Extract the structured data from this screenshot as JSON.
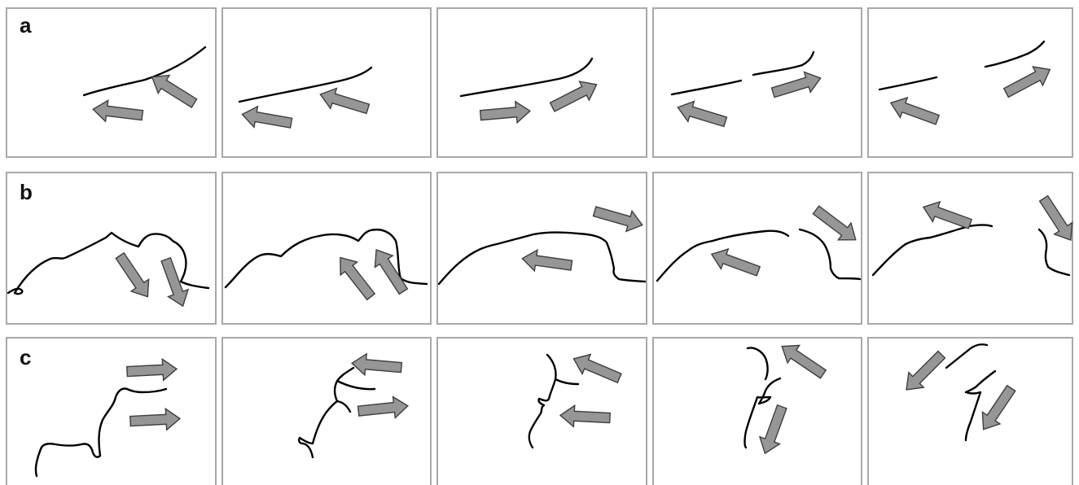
{
  "figure": {
    "rows": [
      {
        "label": "a",
        "panel_count": 5
      },
      {
        "label": "b",
        "panel_count": 5
      },
      {
        "label": "c",
        "panel_count": 5
      }
    ]
  },
  "colors": {
    "panel_border": "#a8a8a8",
    "arrow_fill": "#969696",
    "arrow_outline": "#3e3e3e",
    "filament": "#000000",
    "background": "#ffffff"
  }
}
